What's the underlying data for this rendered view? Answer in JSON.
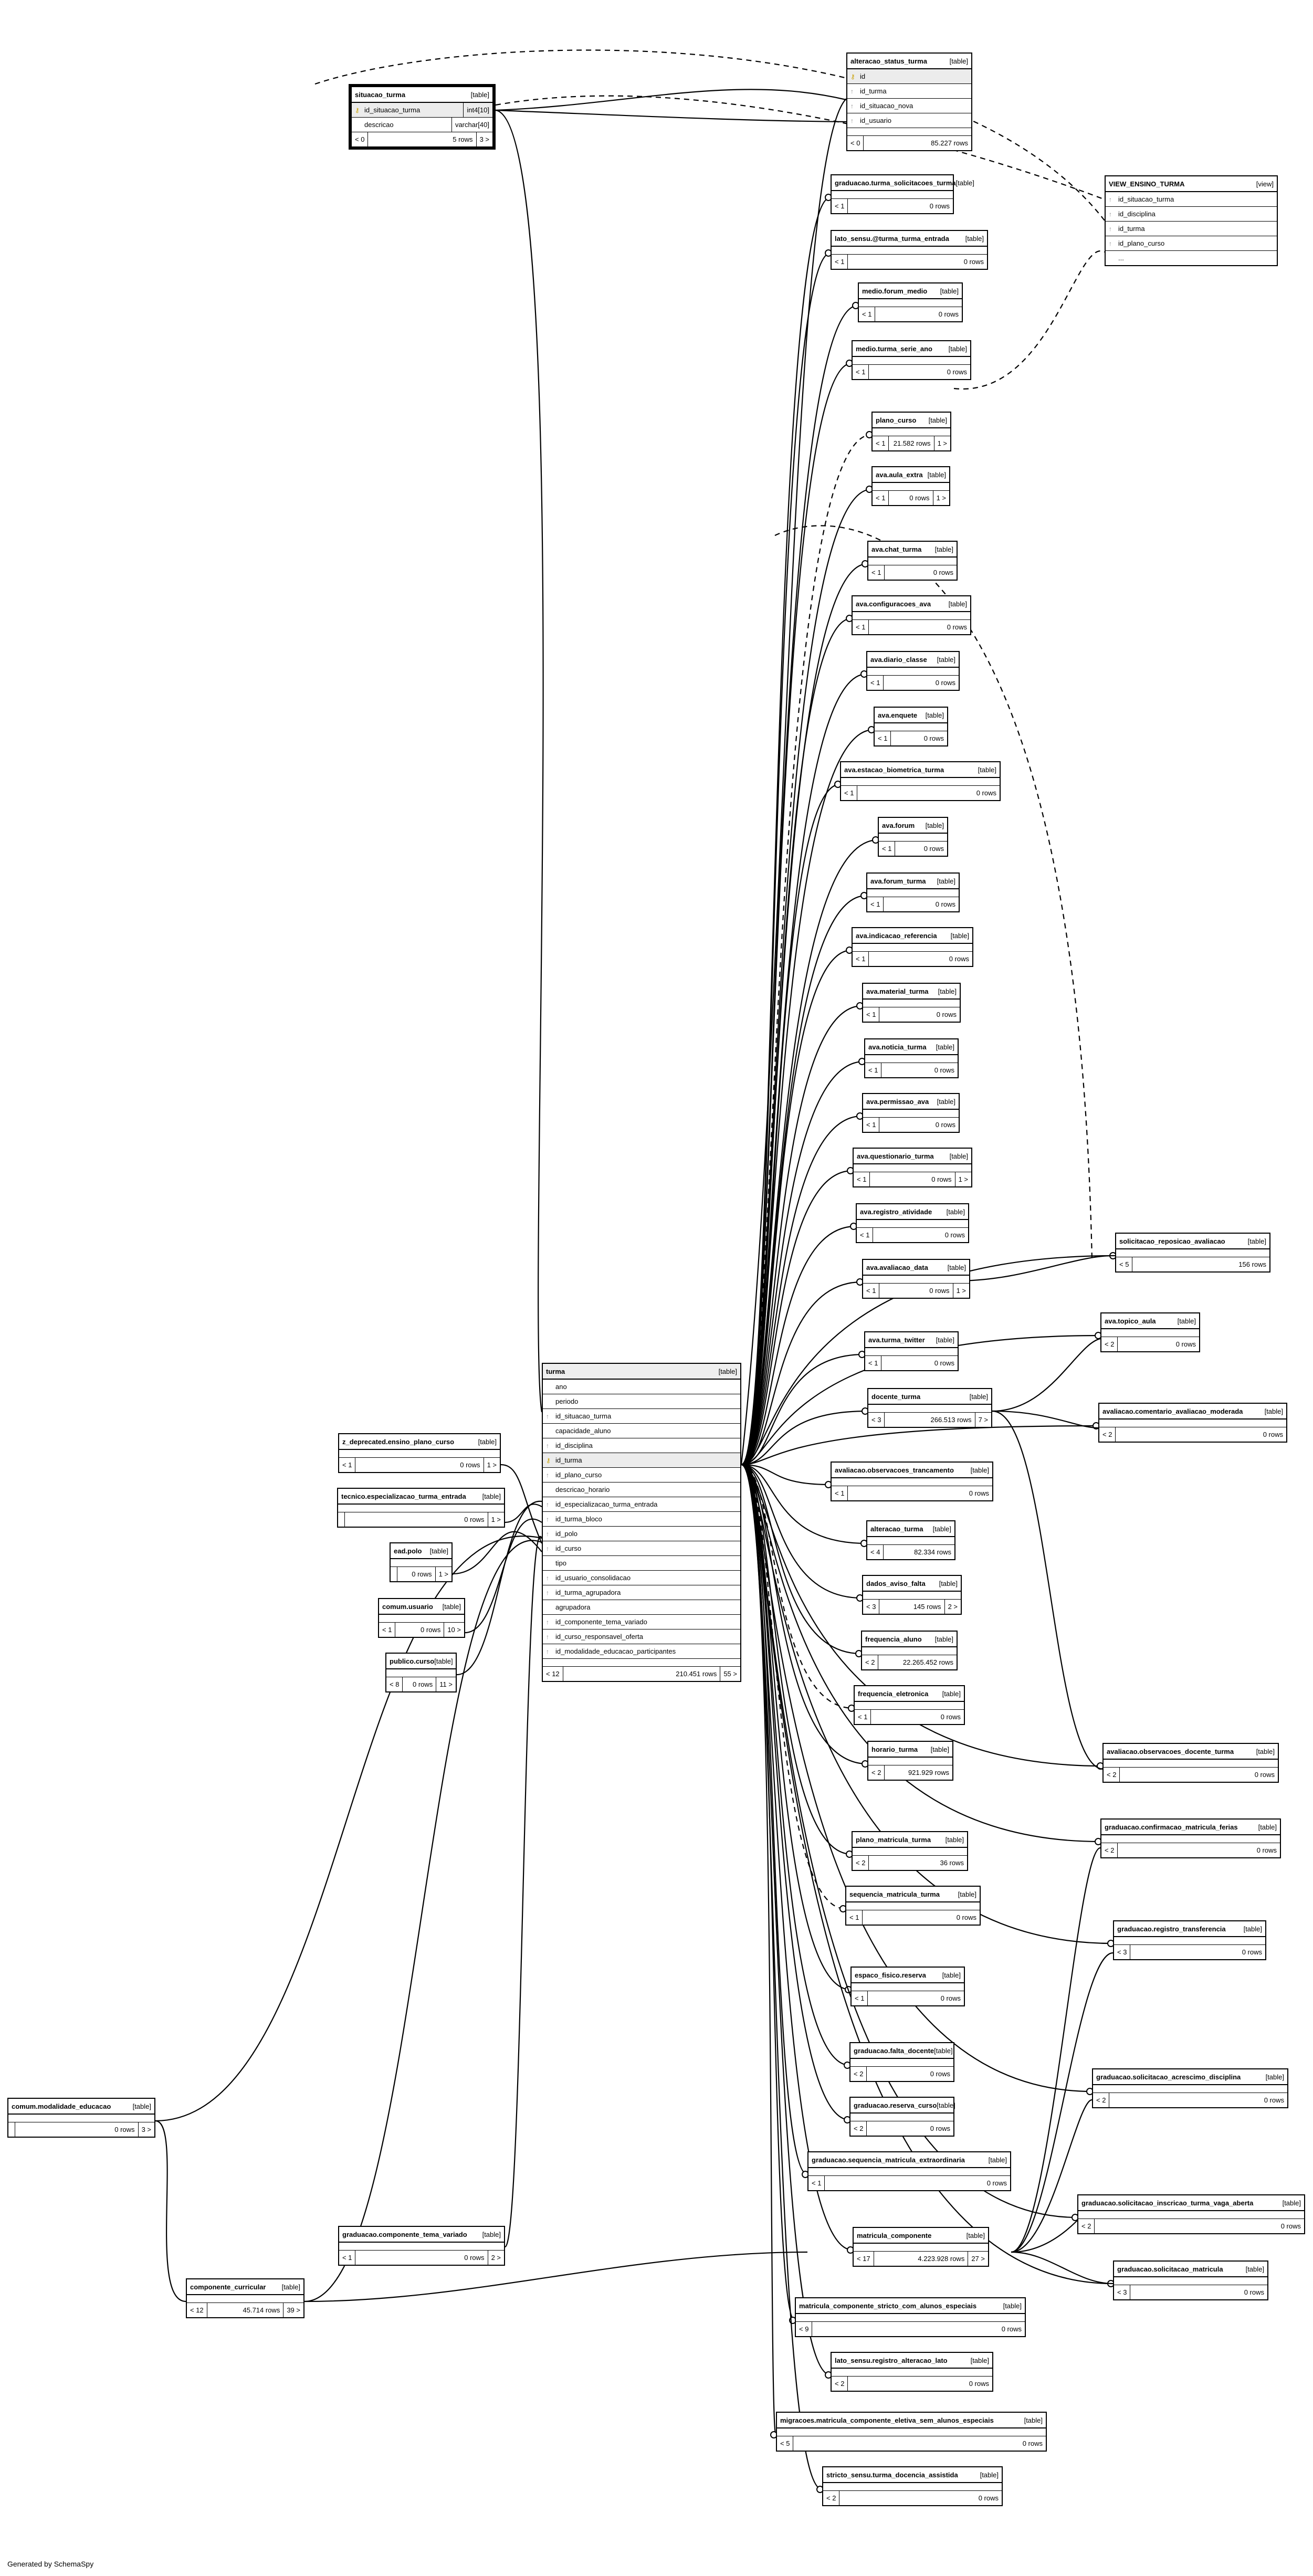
{
  "generated_by": "Generated by SchemaSpy",
  "kind_table": "[table]",
  "kind_view": "[view]",
  "turma": {
    "name": "turma",
    "kind": "[table]",
    "columns": [
      {
        "icon": "",
        "name": "ano"
      },
      {
        "icon": "",
        "name": "periodo"
      },
      {
        "icon": "fk",
        "name": "id_situacao_turma"
      },
      {
        "icon": "",
        "name": "capacidade_aluno"
      },
      {
        "icon": "fk",
        "name": "id_disciplina"
      },
      {
        "icon": "pk",
        "name": "id_turma"
      },
      {
        "icon": "fk",
        "name": "id_plano_curso"
      },
      {
        "icon": "",
        "name": "descricao_horario"
      },
      {
        "icon": "fk",
        "name": "id_especializacao_turma_entrada"
      },
      {
        "icon": "fk",
        "name": "id_turma_bloco"
      },
      {
        "icon": "fk",
        "name": "id_polo"
      },
      {
        "icon": "fk",
        "name": "id_curso"
      },
      {
        "icon": "",
        "name": "tipo"
      },
      {
        "icon": "fk",
        "name": "id_usuario_consolidacao"
      },
      {
        "icon": "fk",
        "name": "id_turma_agrupadora"
      },
      {
        "icon": "",
        "name": "agrupadora"
      },
      {
        "icon": "fk",
        "name": "id_componente_tema_variado"
      },
      {
        "icon": "fk",
        "name": "id_curso_responsavel_oferta"
      },
      {
        "icon": "fk",
        "name": "id_modalidade_educacao_participantes"
      }
    ],
    "parents": "< 12",
    "rows": "210.451 rows",
    "children": "55 >"
  },
  "situacao_turma": {
    "name": "situacao_turma",
    "kind": "[table]",
    "columns": [
      {
        "icon": "pk",
        "name": "id_situacao_turma",
        "type": "int4[10]"
      },
      {
        "icon": "",
        "name": "descricao",
        "type": "varchar[40]"
      }
    ],
    "parents": "< 0",
    "rows": "5 rows",
    "children": "3 >"
  },
  "alteracao_status_turma": {
    "name": "alteracao_status_turma",
    "kind": "[table]",
    "columns": [
      {
        "icon": "pk",
        "name": "id"
      },
      {
        "icon": "fk",
        "name": "id_turma"
      },
      {
        "icon": "fk",
        "name": "id_situacao_nova"
      },
      {
        "icon": "fk",
        "name": "id_usuario"
      }
    ],
    "parents": "< 0",
    "rows": "85.227 rows",
    "children": ""
  },
  "view_ensino_turma": {
    "name": "VIEW_ENSINO_TURMA",
    "kind": "[view]",
    "columns": [
      {
        "icon": "fk",
        "name": "id_situacao_turma"
      },
      {
        "icon": "fk",
        "name": "id_disciplina"
      },
      {
        "icon": "fk",
        "name": "id_turma"
      },
      {
        "icon": "fk",
        "name": "id_plano_curso"
      }
    ],
    "more": "..."
  },
  "tables": [
    {
      "name": "graduacao.turma_solicitacoes_turma",
      "parents": "< 1",
      "rows": "0 rows",
      "children": ""
    },
    {
      "name": "lato_sensu.@turma_turma_entrada",
      "parents": "< 1",
      "rows": "0 rows",
      "children": ""
    },
    {
      "name": "medio.forum_medio",
      "parents": "< 1",
      "rows": "0 rows",
      "children": ""
    },
    {
      "name": "medio.turma_serie_ano",
      "parents": "< 1",
      "rows": "0 rows",
      "children": ""
    },
    {
      "name": "plano_curso",
      "parents": "< 1",
      "rows": "21.582 rows",
      "children": "1 >"
    },
    {
      "name": "ava.aula_extra",
      "parents": "< 1",
      "rows": "0 rows",
      "children": "1 >"
    },
    {
      "name": "ava.chat_turma",
      "parents": "< 1",
      "rows": "0 rows",
      "children": ""
    },
    {
      "name": "ava.configuracoes_ava",
      "parents": "< 1",
      "rows": "0 rows",
      "children": ""
    },
    {
      "name": "ava.diario_classe",
      "parents": "< 1",
      "rows": "0 rows",
      "children": ""
    },
    {
      "name": "ava.enquete",
      "parents": "< 1",
      "rows": "0 rows",
      "children": ""
    },
    {
      "name": "ava.estacao_biometrica_turma",
      "parents": "< 1",
      "rows": "0 rows",
      "children": ""
    },
    {
      "name": "ava.forum",
      "parents": "< 1",
      "rows": "0 rows",
      "children": ""
    },
    {
      "name": "ava.forum_turma",
      "parents": "< 1",
      "rows": "0 rows",
      "children": ""
    },
    {
      "name": "ava.indicacao_referencia",
      "parents": "< 1",
      "rows": "0 rows",
      "children": ""
    },
    {
      "name": "ava.material_turma",
      "parents": "< 1",
      "rows": "0 rows",
      "children": ""
    },
    {
      "name": "ava.noticia_turma",
      "parents": "< 1",
      "rows": "0 rows",
      "children": ""
    },
    {
      "name": "ava.permissao_ava",
      "parents": "< 1",
      "rows": "0 rows",
      "children": ""
    },
    {
      "name": "ava.questionario_turma",
      "parents": "< 1",
      "rows": "0 rows",
      "children": "1 >"
    },
    {
      "name": "ava.registro_atividade",
      "parents": "< 1",
      "rows": "0 rows",
      "children": ""
    },
    {
      "name": "ava.avaliacao_data",
      "parents": "< 1",
      "rows": "0 rows",
      "children": "1 >"
    },
    {
      "name": "ava.turma_twitter",
      "parents": "< 1",
      "rows": "0 rows",
      "children": ""
    },
    {
      "name": "docente_turma",
      "parents": "< 3",
      "rows": "266.513 rows",
      "children": "7 >"
    },
    {
      "name": "avaliacao.observacoes_trancamento",
      "parents": "< 1",
      "rows": "0 rows",
      "children": ""
    },
    {
      "name": "alteracao_turma",
      "parents": "< 4",
      "rows": "82.334 rows",
      "children": ""
    },
    {
      "name": "dados_aviso_falta",
      "parents": "< 3",
      "rows": "145 rows",
      "children": "2 >"
    },
    {
      "name": "frequencia_aluno",
      "parents": "< 2",
      "rows": "22.265.452 rows",
      "children": ""
    },
    {
      "name": "frequencia_eletronica",
      "parents": "< 1",
      "rows": "0 rows",
      "children": ""
    },
    {
      "name": "horario_turma",
      "parents": "< 2",
      "rows": "921.929 rows",
      "children": ""
    },
    {
      "name": "plano_matricula_turma",
      "parents": "< 2",
      "rows": "36 rows",
      "children": ""
    },
    {
      "name": "sequencia_matricula_turma",
      "parents": "< 1",
      "rows": "0 rows",
      "children": ""
    },
    {
      "name": "espaco_fisico.reserva",
      "parents": "< 1",
      "rows": "0 rows",
      "children": ""
    },
    {
      "name": "graduacao.falta_docente",
      "parents": "< 2",
      "rows": "0 rows",
      "children": ""
    },
    {
      "name": "graduacao.reserva_curso",
      "parents": "< 2",
      "rows": "0 rows",
      "children": ""
    },
    {
      "name": "graduacao.sequencia_matricula_extraordinaria",
      "parents": "< 1",
      "rows": "0 rows",
      "children": ""
    },
    {
      "name": "matricula_componente",
      "parents": "< 17",
      "rows": "4.223.928 rows",
      "children": "27 >"
    },
    {
      "name": "matricula_componente_stricto_com_alunos_especiais",
      "parents": "< 9",
      "rows": "0 rows",
      "children": ""
    },
    {
      "name": "lato_sensu.registro_alteracao_lato",
      "parents": "< 2",
      "rows": "0 rows",
      "children": ""
    },
    {
      "name": "migracoes.matricula_componente_eletiva_sem_alunos_especiais",
      "parents": "< 5",
      "rows": "0 rows",
      "children": ""
    },
    {
      "name": "stricto_sensu.turma_docencia_assistida",
      "parents": "< 2",
      "rows": "0 rows",
      "children": ""
    },
    {
      "name": "solicitacao_reposicao_avaliacao",
      "parents": "< 5",
      "rows": "156 rows",
      "children": ""
    },
    {
      "name": "ava.topico_aula",
      "parents": "< 2",
      "rows": "0 rows",
      "children": ""
    },
    {
      "name": "avaliacao.comentario_avaliacao_moderada",
      "parents": "< 2",
      "rows": "0 rows",
      "children": ""
    },
    {
      "name": "avaliacao.observacoes_docente_turma",
      "parents": "< 2",
      "rows": "0 rows",
      "children": ""
    },
    {
      "name": "graduacao.confirmacao_matricula_ferias",
      "parents": "< 2",
      "rows": "0 rows",
      "children": ""
    },
    {
      "name": "graduacao.registro_transferencia",
      "parents": "< 3",
      "rows": "0 rows",
      "children": ""
    },
    {
      "name": "graduacao.solicitacao_acrescimo_disciplina",
      "parents": "< 2",
      "rows": "0 rows",
      "children": ""
    },
    {
      "name": "graduacao.solicitacao_inscricao_turma_vaga_aberta",
      "parents": "< 2",
      "rows": "0 rows",
      "children": ""
    },
    {
      "name": "graduacao.solicitacao_matricula",
      "parents": "< 3",
      "rows": "0 rows",
      "children": ""
    },
    {
      "name": "z_deprecated.ensino_plano_curso",
      "parents": "< 1",
      "rows": "0 rows",
      "children": "1 >"
    },
    {
      "name": "tecnico.especializacao_turma_entrada",
      "parents": "",
      "rows": "0 rows",
      "children": "1 >"
    },
    {
      "name": "ead.polo",
      "parents": "",
      "rows": "0 rows",
      "children": "1 >"
    },
    {
      "name": "comum.usuario",
      "parents": "< 1",
      "rows": "0 rows",
      "children": "10 >"
    },
    {
      "name": "publico.curso",
      "parents": "< 8",
      "rows": "0 rows",
      "children": "11 >"
    },
    {
      "name": "comum.modalidade_educacao",
      "parents": "",
      "rows": "0 rows",
      "children": "3 >"
    },
    {
      "name": "graduacao.componente_tema_variado",
      "parents": "< 1",
      "rows": "0 rows",
      "children": "2 >"
    },
    {
      "name": "componente_curricular",
      "parents": "< 12",
      "rows": "45.714 rows",
      "children": "39 >"
    }
  ]
}
